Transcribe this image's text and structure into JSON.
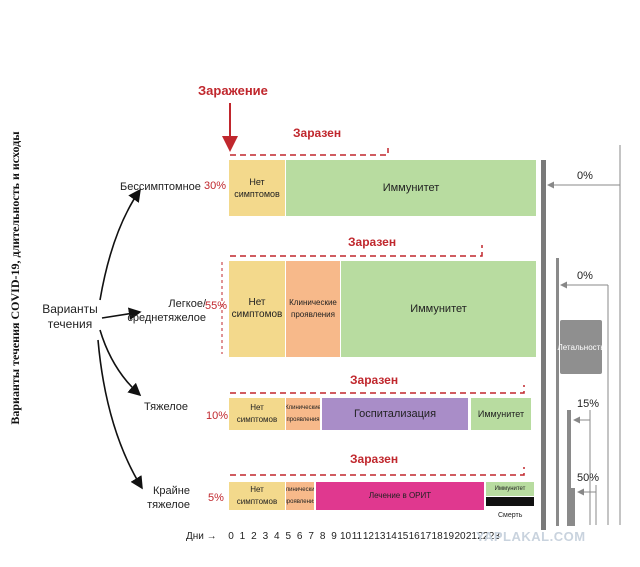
{
  "side_title": "Варианты течения COVID-19, длительность и исходы",
  "infection_label": "Заражение",
  "root_label": "Варианты течения",
  "contagious_label": "Заразен",
  "variants": [
    {
      "label": "Бессимптомное",
      "percent": "30%",
      "segments": [
        {
          "label": "Нет симптомов"
        },
        {
          "label": "Иммунитет"
        }
      ]
    },
    {
      "label": "Легкое/ среднетяжелое",
      "percent": "55%",
      "segments": [
        {
          "label": "Нет симптомов"
        },
        {
          "label": "Клинические проявления"
        },
        {
          "label": "Иммунитет"
        }
      ]
    },
    {
      "label": "Тяжелое",
      "percent": "10%",
      "segments": [
        {
          "label": "Нет симптомов"
        },
        {
          "label": "Клинические проявления"
        },
        {
          "label": "Госпитализация"
        },
        {
          "label": "Иммунитет"
        }
      ]
    },
    {
      "label": "Крайне тяжелое",
      "percent": "5%",
      "segments": [
        {
          "label": "Нет симптомов"
        },
        {
          "label": "Клинические проявления"
        },
        {
          "label": "Лечение в ОРИТ"
        },
        {
          "label": "Иммунитет"
        },
        {
          "label": "Смерть"
        }
      ]
    }
  ],
  "days_label": "Дни →",
  "days": [
    "0",
    "1",
    "2",
    "3",
    "4",
    "5",
    "6",
    "7",
    "8",
    "9",
    "10",
    "11",
    "12",
    "13",
    "14",
    "15",
    "16",
    "17",
    "18",
    "19",
    "20",
    "21",
    "22",
    "23"
  ],
  "mortality": {
    "label": "Летальность",
    "values": [
      "0%",
      "0%",
      "15%",
      "50%"
    ]
  },
  "watermark": "YAPLAKAL.COM",
  "colors": {
    "red": "#c0272d",
    "no_symptoms": "#f3d98c",
    "clinical": "#f7b98a",
    "immunity": "#b8dca0",
    "hospital": "#a98dc8",
    "icu": "#e0388f",
    "death": "#111111"
  }
}
